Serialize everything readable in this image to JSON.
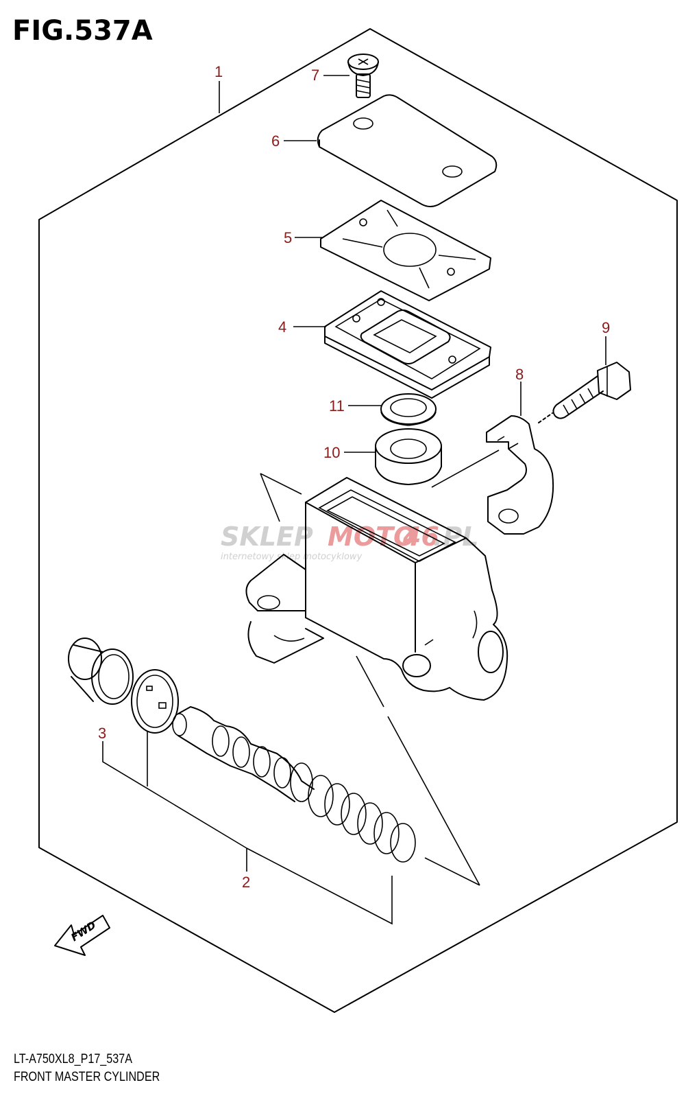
{
  "figure": {
    "title": "FIG.537A",
    "code": "LT-A750XL8_P17_537A",
    "name": "FRONT MASTER CYLINDER"
  },
  "callouts": [
    "1",
    "2",
    "3",
    "4",
    "5",
    "6",
    "7",
    "8",
    "9",
    "10",
    "11"
  ],
  "fwd_label": "FWD",
  "watermark": {
    "brand_a": "SKLEP",
    "brand_b": "MOTO",
    "brand_c": "46",
    "brand_d": ".PL",
    "tagline": "internetowy sklep motocyklowy"
  },
  "colors": {
    "callout": "#8b1a1a",
    "line": "#000000",
    "watermark_gray": "#c8c8c8",
    "watermark_red": "#e88a8a"
  }
}
